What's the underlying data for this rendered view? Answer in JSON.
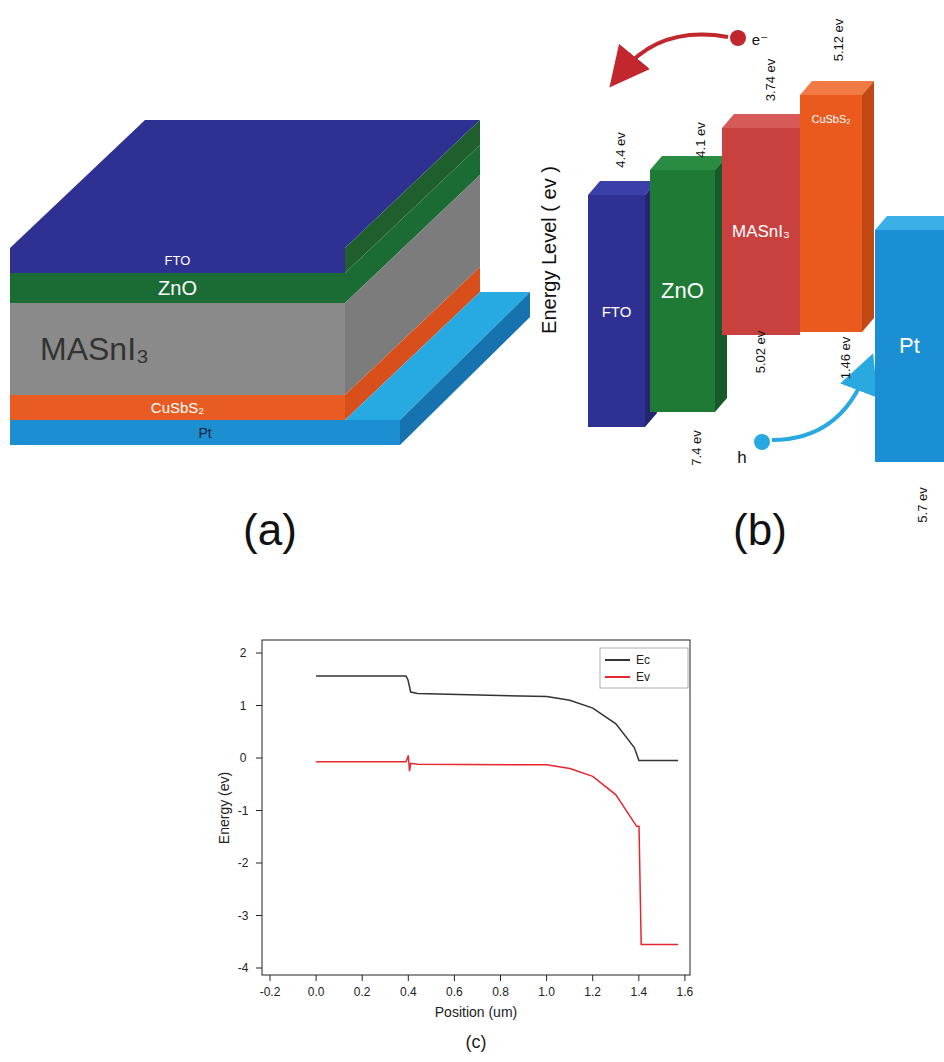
{
  "diagram": {
    "nodes": [
      {
        "text": [
          "FTO"
        ]
      },
      {
        "text": [
          "ZnO"
        ]
      },
      {
        "text": [
          "MASnI₃"
        ]
      },
      {
        "text": [
          "CuSbS₂"
        ]
      },
      {
        "text": [
          "Pt"
        ]
      },
      {
        "text": [
          "FTO"
        ]
      },
      {
        "text": [
          "ZnO"
        ]
      },
      {
        "text": [
          "MASnI₃"
        ]
      },
      {
        "text": [
          "CuSbS₂"
        ]
      },
      {
        "text": [
          "Pt"
        ]
      }
    ],
    "labels": [
      "(a)",
      "Energy Level ( ev )",
      "e⁻",
      "4.4 ev",
      "4.1 ev",
      "3.74 ev",
      "5.12 ev",
      "7.4 ev",
      "5.02 ev",
      "1.46 ev",
      "h",
      "5.7 ev",
      "(b)",
      "2",
      "1",
      "0",
      "-1",
      "-2",
      "-3",
      "-4",
      "-0.2",
      "0.0",
      "0.2",
      "0.4",
      "0.6",
      "0.8",
      "1.0",
      "1.2",
      "1.4",
      "1.6",
      "Energy (ev)",
      "Position (um)",
      "(c)"
    ],
    "legend": [
      {
        "text": "Ec"
      },
      {
        "text": "Ev"
      }
    ]
  }
}
